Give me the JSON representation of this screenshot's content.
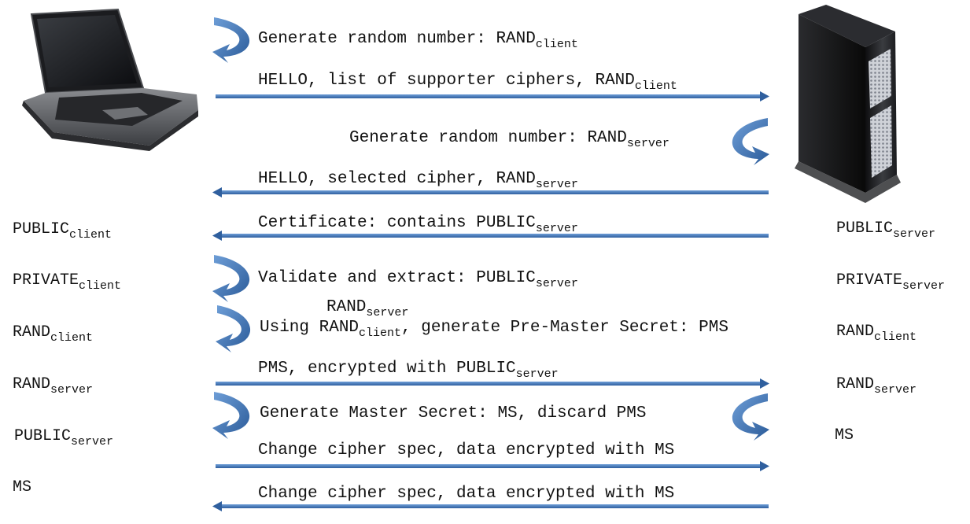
{
  "steps": [
    {
      "base": "Generate random number:  RAND",
      "sub": "client"
    },
    {
      "base": "HELLO, list of supporter ciphers, RAND",
      "sub": "client"
    },
    {
      "base": "Generate random number:  RAND",
      "sub": "server"
    },
    {
      "base": "HELLO, selected cipher, RAND",
      "sub": "server"
    },
    {
      "base": "Certificate: contains PUBLIC",
      "sub": "server"
    },
    {
      "base": "Validate and extract:  PUBLIC",
      "sub": "server"
    },
    {
      "base": "RAND",
      "sub": "server"
    },
    {
      "pre": "Using RAND",
      "sub": "client",
      "post": ", generate Pre-Master Secret: PMS"
    },
    {
      "base": "PMS, encrypted with PUBLIC",
      "sub": "server"
    },
    {
      "base": "Generate Master Secret:  MS, discard PMS",
      "sub": ""
    },
    {
      "base": "Change cipher spec, data encrypted with MS",
      "sub": ""
    },
    {
      "base": "Change cipher spec, data encrypted with MS",
      "sub": ""
    }
  ],
  "client_keys": [
    {
      "base": "PUBLIC",
      "sub": "client"
    },
    {
      "base": "PRIVATE",
      "sub": "client"
    },
    {
      "base": "RAND",
      "sub": "client"
    },
    {
      "base": "RAND",
      "sub": "server"
    },
    {
      "base": "PUBLIC",
      "sub": "server"
    },
    {
      "base": "MS",
      "sub": ""
    }
  ],
  "server_keys": [
    {
      "base": "PUBLIC",
      "sub": "server"
    },
    {
      "base": "PRIVATE",
      "sub": "server"
    },
    {
      "base": "RAND",
      "sub": "client"
    },
    {
      "base": "RAND",
      "sub": "server"
    },
    {
      "base": "MS",
      "sub": ""
    }
  ],
  "colors": {
    "arrow": "#4a7ec0",
    "arrow_dark": "#2f5f9e",
    "text": "#111111"
  },
  "icons": {
    "client": "laptop-icon",
    "server": "server-tower-icon",
    "self_step": "curved-return-arrow-icon"
  }
}
